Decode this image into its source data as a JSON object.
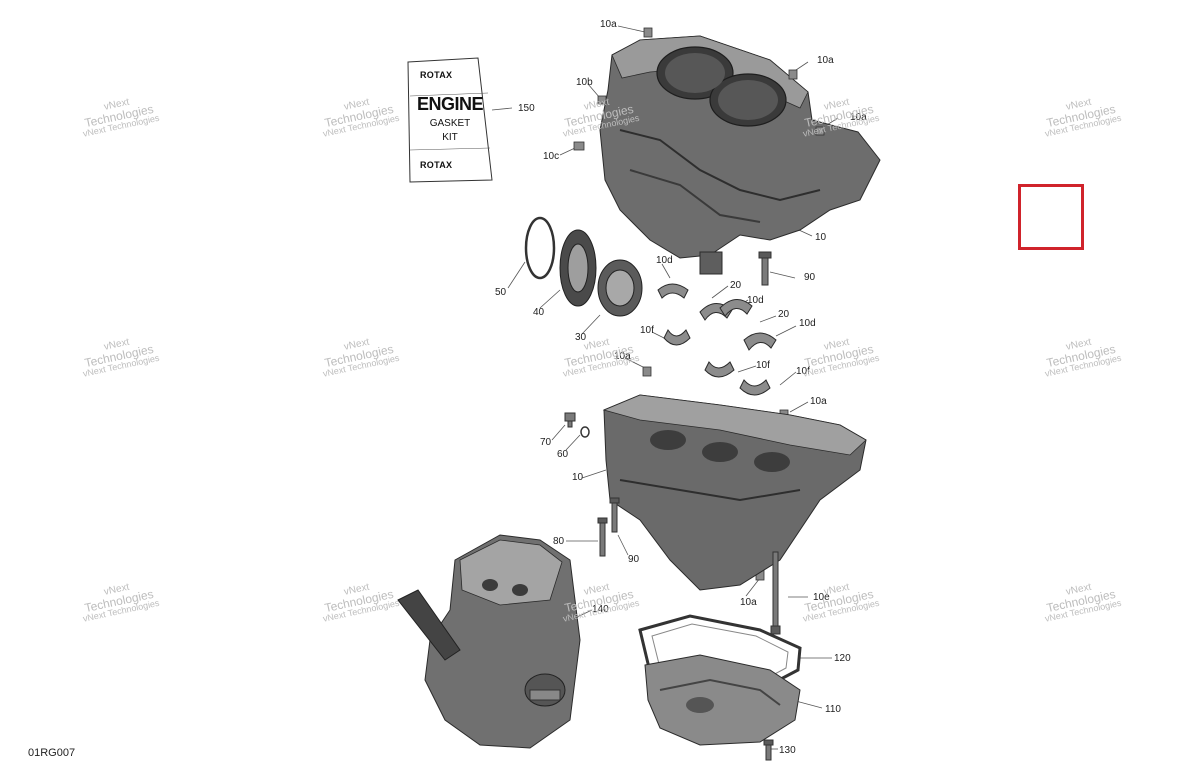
{
  "diagram": {
    "id_code": "01RG007",
    "watermark": {
      "line1": "vNext",
      "line2": "Technologies",
      "line3": "vNext Technologies"
    },
    "gasket_kit": {
      "brand": "ROTAX",
      "title": "ENGINE",
      "line2": "GASKET",
      "line3": "KIT"
    },
    "callouts": [
      "10a",
      "10a",
      "10b",
      "10a",
      "10c",
      "150",
      "10",
      "90",
      "50",
      "40",
      "30",
      "10d",
      "20",
      "10d",
      "20",
      "10d",
      "10f",
      "10a",
      "10f",
      "10f",
      "10a",
      "70",
      "60",
      "10",
      "80",
      "90",
      "10a",
      "10e",
      "140",
      "120",
      "110",
      "130"
    ],
    "colors": {
      "selection": "#d0232b",
      "parts": "#5a5a5a",
      "text": "#222222"
    }
  }
}
